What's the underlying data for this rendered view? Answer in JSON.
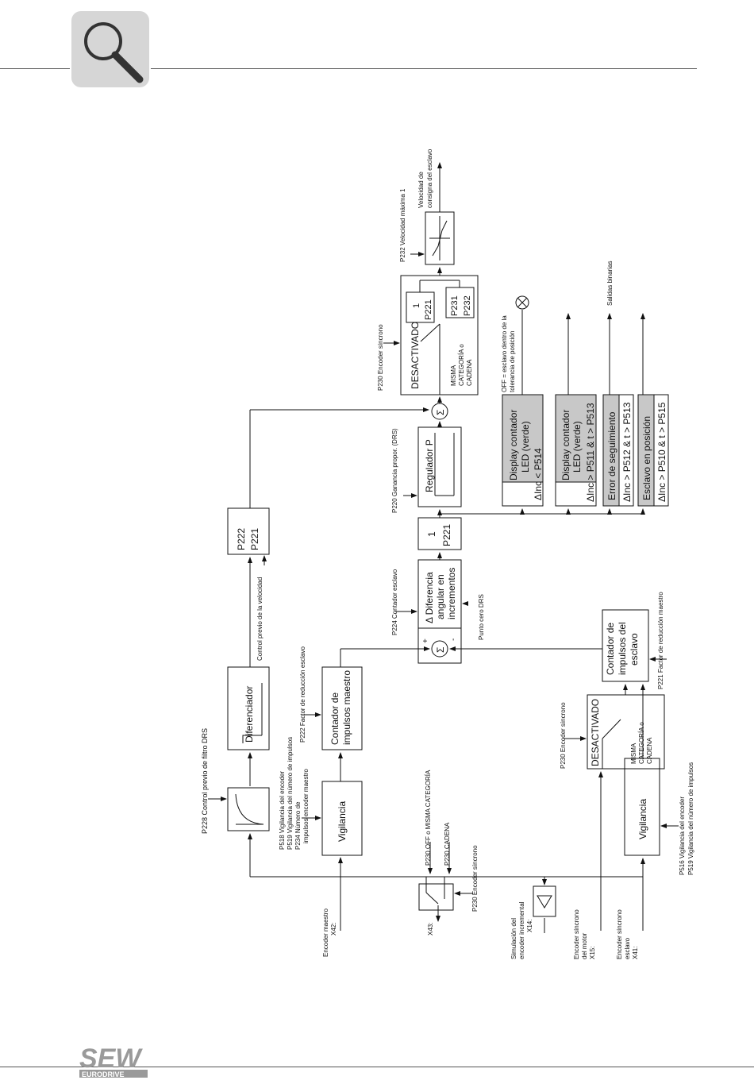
{
  "header": {
    "icon": "magnifier-icon"
  },
  "logo": {
    "brand": "SEW",
    "sub": "EURODRIVE"
  },
  "diagram": {
    "boxes": {
      "filtro": "",
      "diferenciador": "Diferenciador",
      "p222_p221": [
        "P222",
        "P221"
      ],
      "vigilancia_maestro": "Vigilancia",
      "contador_maestro": [
        "Contador de",
        "impulsos maestro"
      ],
      "diferencia": [
        "Δ Diferencia",
        "angular en",
        "incrementos"
      ],
      "ratio_box": [
        "1",
        "P221"
      ],
      "regulador": "Regulador P",
      "desactivado_top": {
        "title": "DESACTIVADO",
        "sub": [
          "MISMA",
          "CATEGORÍA o",
          "CADENA"
        ],
        "inner1": [
          "1",
          "P221"
        ],
        "inner2": [
          "P231",
          "P232"
        ]
      },
      "vigilancia_esclavo": "Vigilancia",
      "contador_esclavo": [
        "Contador de",
        "impulsos del",
        "esclavo"
      ],
      "desactivado_bottom": {
        "title": "DESACTIVADO",
        "sub": [
          "MISMA",
          "CATEGORÍA o",
          "CADENA"
        ]
      }
    },
    "grey_boxes": [
      {
        "title": [
          "Display contador",
          "LED (verde)"
        ],
        "cond": "ΔInc < P514"
      },
      {
        "title": [
          "Display contador",
          "LED (verde)"
        ],
        "cond": "ΔInc > P511 & t > P513"
      },
      {
        "title": [
          "Error de seguimiento"
        ],
        "cond": "ΔInc > P512 & t > P513"
      },
      {
        "title": [
          "Esclavo en posición"
        ],
        "cond": "ΔInc > P510 & t > P515"
      }
    ],
    "labels": {
      "p228": "P228 Control previo de filtro DRS",
      "p518_block": [
        "P518 Vigilancia del encoder",
        "P519 Vigilancia del número de impulsos",
        "P234 Número de",
        "impulsos encoder maestro"
      ],
      "p222_factor": "P222 Factor de reducción esclavo",
      "control_previo": "Control previo de la velocidad",
      "p224": "P224 Contador esclavo",
      "punto_cero": "Punto cero DRS",
      "p221_factor": "P221 Factor de reducción maestro",
      "p220": "P220 Ganancia propor. (DRS)",
      "p230_top": "P230 Encoder síncrono",
      "p232": "P232 Velocidad máxima 1",
      "velocidad_consigna": [
        "Velocidad de",
        "consigna del esclavo"
      ],
      "off_tolerancia": [
        "OFF = esclavo dentro de la",
        "tolerancia de posición"
      ],
      "salidas_binarias": "Salidas binarias",
      "p230_off": "P230 OFF o MISMA CATEGORÍA",
      "p230_cadena": "P230 CADENA",
      "p230_switch": "P230 Encoder síncrono",
      "p230_bottom": "P230 Encoder síncrono",
      "p516_block": [
        "P516 Vigilancia del encoder",
        "P519 Vigilancia del número de impulsos"
      ],
      "encoder_maestro": [
        "Encoder maestro",
        "X42:"
      ],
      "x43": "X43:",
      "simulacion": [
        "Simulación del",
        "encoder incremental",
        "X14:"
      ],
      "encoder_motor": [
        "Encoder síncrono",
        "del motor",
        "X15:"
      ],
      "encoder_esclavo": [
        "Encoder síncrono",
        "esclavo",
        "X41:"
      ],
      "sigma": "Σ",
      "plus": "+",
      "minus": "-"
    }
  },
  "colors": {
    "grey_box": "#c8c8c8",
    "line": "#111111"
  }
}
